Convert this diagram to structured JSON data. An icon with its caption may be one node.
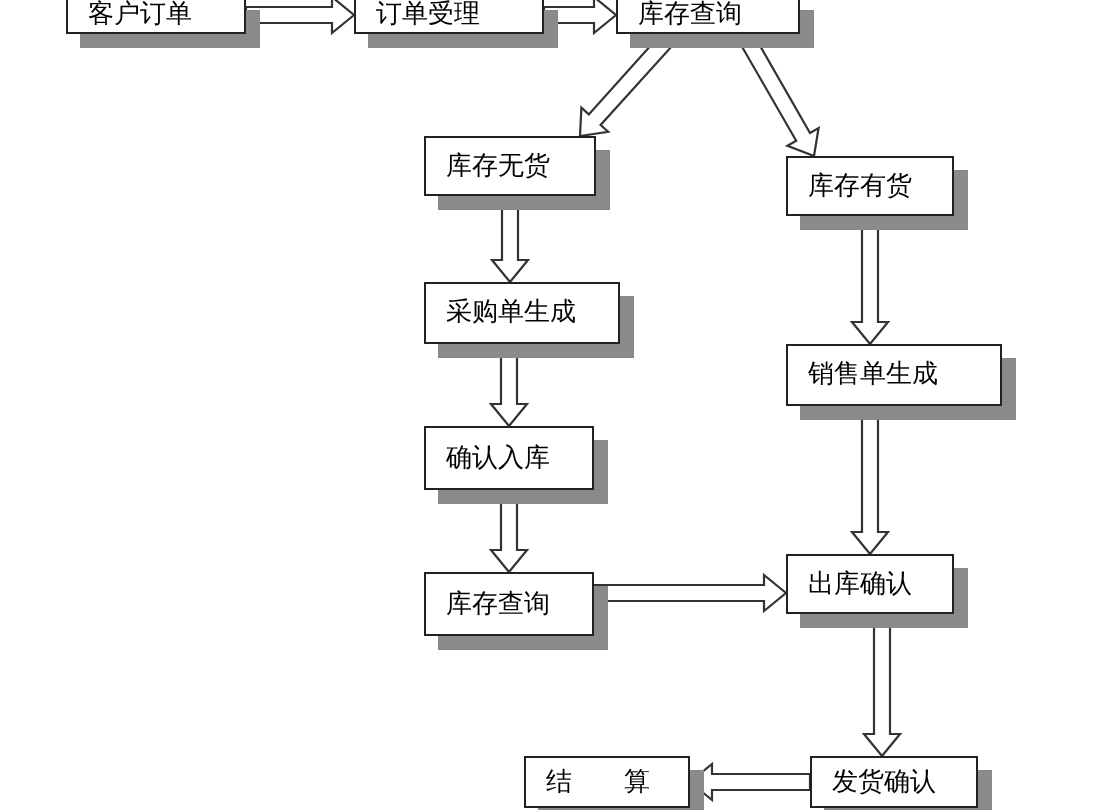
{
  "diagram": {
    "nodes": [
      {
        "text": [
          "客户订单"
        ]
      },
      {
        "text": [
          "订单受理"
        ]
      },
      {
        "text": [
          "库存查询"
        ]
      },
      {
        "text": [
          "库存无货"
        ]
      },
      {
        "text": [
          "库存有货"
        ]
      },
      {
        "text": [
          "采购单生成"
        ]
      },
      {
        "text": [
          "销售单生成"
        ]
      },
      {
        "text": [
          "确认入库"
        ]
      },
      {
        "text": [
          "库存查询"
        ]
      },
      {
        "text": [
          "出库确认"
        ]
      },
      {
        "text": [
          "发货确认"
        ]
      },
      {
        "text": [
          "结　　算"
        ]
      }
    ],
    "edges": [
      {
        "from": 0,
        "to": 1,
        "arrow": "to"
      },
      {
        "from": 1,
        "to": 2,
        "arrow": "to"
      },
      {
        "from": 2,
        "to": 3,
        "arrow": "to"
      },
      {
        "from": 2,
        "to": 4,
        "arrow": "to"
      },
      {
        "from": 3,
        "to": 5,
        "arrow": "to"
      },
      {
        "from": 5,
        "to": 7,
        "arrow": "to"
      },
      {
        "from": 7,
        "to": 8,
        "arrow": "to"
      },
      {
        "from": 8,
        "to": 9,
        "arrow": "to"
      },
      {
        "from": 4,
        "to": 6,
        "arrow": "to"
      },
      {
        "from": 6,
        "to": 9,
        "arrow": "to"
      },
      {
        "from": 9,
        "to": 10,
        "arrow": "to"
      },
      {
        "from": 10,
        "to": 11,
        "arrow": "to"
      }
    ]
  }
}
